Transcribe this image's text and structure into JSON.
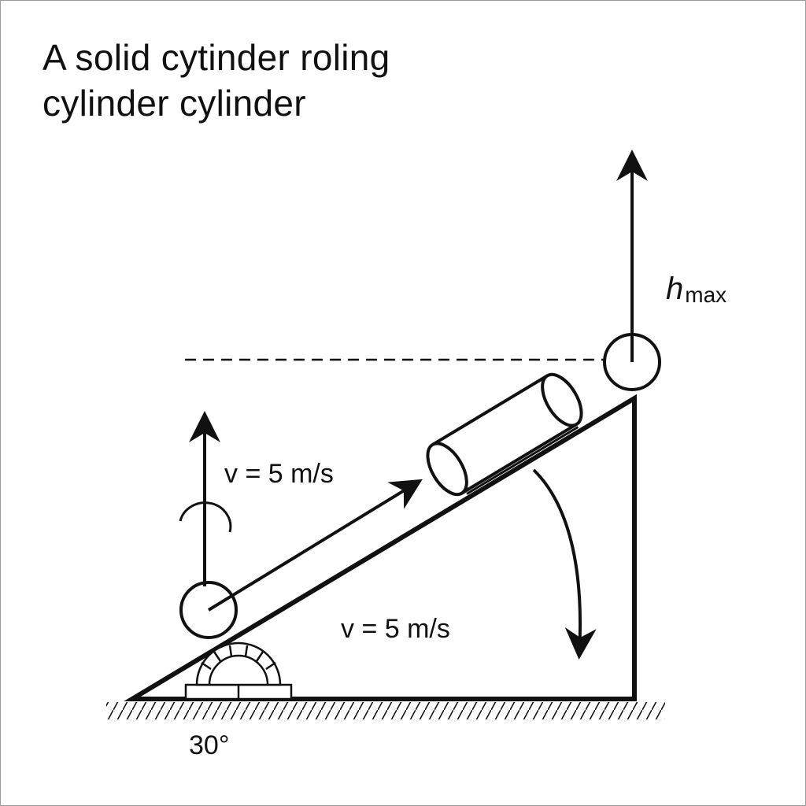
{
  "title": {
    "line1": "A solid cytinder roling",
    "line2": "cylinder cylinder"
  },
  "labels": {
    "velocity_upper": "v = 5 m/s",
    "velocity_lower": "v = 5 m/s",
    "height_symbol": "h",
    "height_subscript": "max",
    "angle": "30°"
  },
  "colors": {
    "ink": "#111111",
    "background": "#ffffff"
  }
}
